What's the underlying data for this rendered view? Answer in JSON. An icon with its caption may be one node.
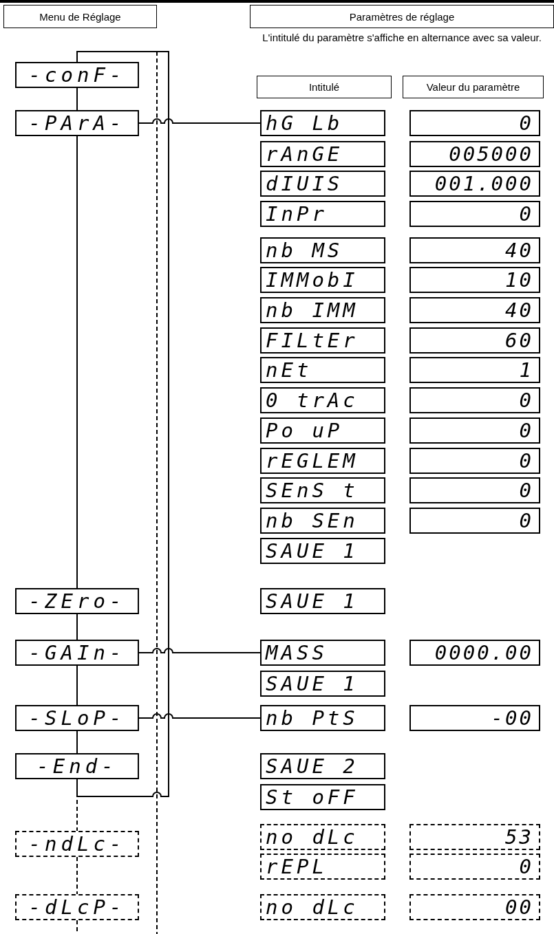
{
  "diagram": {
    "nodes": [
      {
        "text": [
          "Menu de Réglage"
        ]
      },
      {
        "text": [
          "Paramètres de réglage"
        ]
      },
      {
        "text": [
          "Intitulé"
        ]
      },
      {
        "text": [
          "Valeur du paramètre"
        ]
      },
      {
        "text": [
          "-conF-"
        ]
      },
      {
        "text": [
          "-PArA-"
        ]
      },
      {
        "text": [
          "hG Lb"
        ]
      },
      {
        "text": [
          "0"
        ]
      },
      {
        "text": [
          "rAnGE"
        ]
      },
      {
        "text": [
          "005000"
        ]
      },
      {
        "text": [
          "dIUIS"
        ]
      },
      {
        "text": [
          "001.000"
        ]
      },
      {
        "text": [
          "InPr"
        ]
      },
      {
        "text": [
          "0"
        ]
      },
      {
        "text": [
          "nb MS"
        ]
      },
      {
        "text": [
          "40"
        ]
      },
      {
        "text": [
          "IMMobI"
        ]
      },
      {
        "text": [
          "10"
        ]
      },
      {
        "text": [
          "nb IMM"
        ]
      },
      {
        "text": [
          "40"
        ]
      },
      {
        "text": [
          "FILtEr"
        ]
      },
      {
        "text": [
          "60"
        ]
      },
      {
        "text": [
          "nEt"
        ]
      },
      {
        "text": [
          "1"
        ]
      },
      {
        "text": [
          "0 trAc"
        ]
      },
      {
        "text": [
          "0"
        ]
      },
      {
        "text": [
          "Po uP"
        ]
      },
      {
        "text": [
          "0"
        ]
      },
      {
        "text": [
          "rEGLEM"
        ]
      },
      {
        "text": [
          "0"
        ]
      },
      {
        "text": [
          "SEnS t"
        ]
      },
      {
        "text": [
          "0"
        ]
      },
      {
        "text": [
          "nb SEn"
        ]
      },
      {
        "text": [
          "0"
        ]
      },
      {
        "text": [
          "SAUE 1"
        ]
      },
      {
        "text": [
          "-ZEro-"
        ]
      },
      {
        "text": [
          "SAUE 1"
        ]
      },
      {
        "text": [
          "-GAIn-"
        ]
      },
      {
        "text": [
          "MASS"
        ]
      },
      {
        "text": [
          "0000.00"
        ]
      },
      {
        "text": [
          "SAUE 1"
        ]
      },
      {
        "text": [
          "-SLoP-"
        ]
      },
      {
        "text": [
          "nb PtS"
        ]
      },
      {
        "text": [
          "-00"
        ]
      },
      {
        "text": [
          "-End-"
        ]
      },
      {
        "text": [
          "SAUE 2"
        ]
      },
      {
        "text": [
          "St oFF"
        ]
      },
      {
        "text": [
          "-ndLc-"
        ]
      },
      {
        "text": [
          "no dLc"
        ]
      },
      {
        "text": [
          "53"
        ]
      },
      {
        "text": [
          "rEPL"
        ]
      },
      {
        "text": [
          "0"
        ]
      },
      {
        "text": [
          "-dLcP-"
        ]
      },
      {
        "text": [
          "no dLc"
        ]
      },
      {
        "text": [
          "00"
        ]
      }
    ],
    "edges": [
      {
        "from": 4,
        "to": 5,
        "arrow": "none"
      },
      {
        "from": 5,
        "to": 35,
        "arrow": "none"
      },
      {
        "from": 35,
        "to": 37,
        "arrow": "none"
      },
      {
        "from": 37,
        "to": 41,
        "arrow": "none"
      },
      {
        "from": 41,
        "to": 44,
        "arrow": "none"
      },
      {
        "from": 44,
        "to": 4,
        "arrow": "none"
      },
      {
        "from": 44,
        "to": 47,
        "arrow": "none",
        "style": "dashed"
      },
      {
        "from": 47,
        "to": 52,
        "arrow": "none",
        "style": "dashed"
      },
      {
        "from": 52,
        "to": null,
        "arrow": "none",
        "style": "dashed"
      },
      {
        "from": 5,
        "to": 6,
        "arrow": "none"
      },
      {
        "from": 37,
        "to": 38,
        "arrow": "none"
      },
      {
        "from": 41,
        "to": 42,
        "arrow": "none"
      }
    ],
    "labels": [
      "L'intitulé du paramètre s'affiche en alternance avec sa valeur."
    ]
  }
}
